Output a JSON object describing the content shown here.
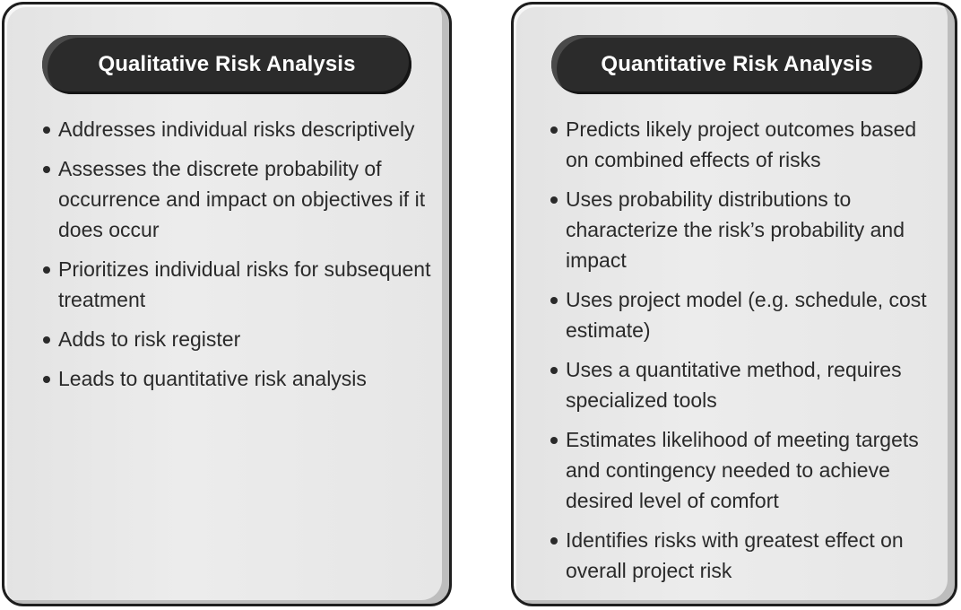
{
  "left_panel": {
    "title": "Qualitative Risk Analysis",
    "items": [
      "Addresses individual risks descriptively",
      "Assesses the discrete probability of occurrence and impact on objectives if it does occur",
      "Prioritizes individual risks for subsequent treatment",
      "Adds to risk register",
      "Leads to quantitative risk analysis"
    ]
  },
  "right_panel": {
    "title": "Quantitative Risk Analysis",
    "items": [
      "Predicts likely project outcomes based on combined effects of risks",
      "Uses probability distributions to characterize the risk’s probability and impact",
      "Uses project model (e.g. schedule, cost estimate)",
      "Uses a quantitative method, requires specialized tools",
      "Estimates likelihood of meeting targets and contingency needed to achieve desired level of comfort",
      "Identifies risks with greatest effect on overall project risk"
    ]
  },
  "colors": {
    "card_fill": "#e6e6e6",
    "card_border": "#1e1e1e",
    "pill_fill": "#2b2b2b",
    "pill_text": "#ffffff",
    "body_text": "#2a2a2a"
  }
}
